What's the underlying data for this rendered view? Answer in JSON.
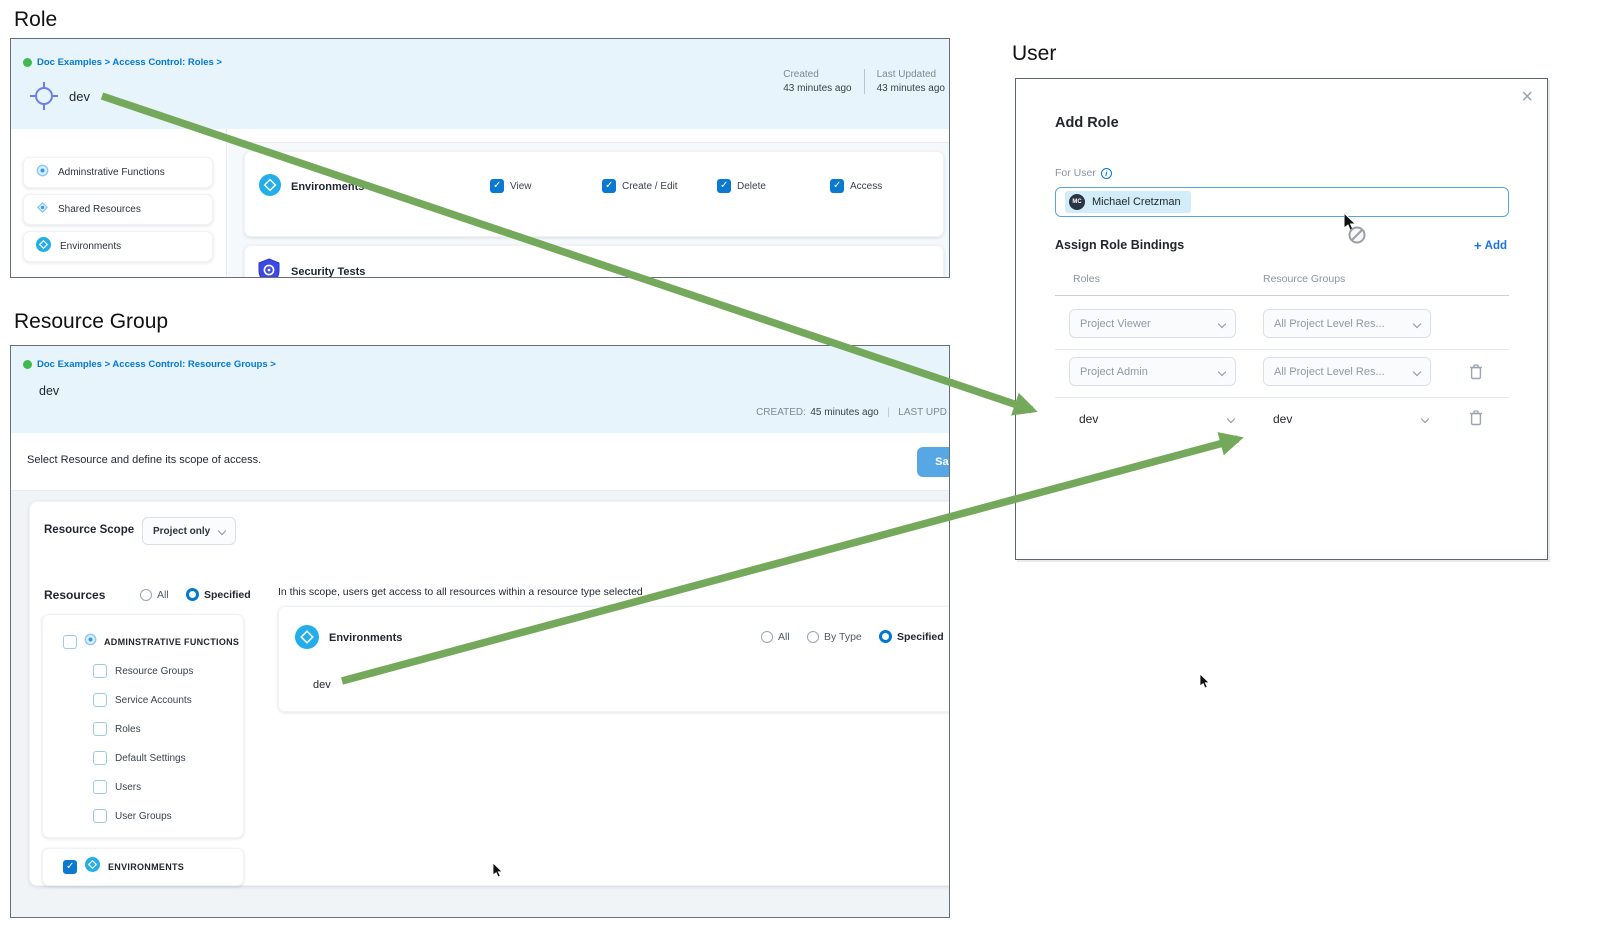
{
  "colors": {
    "accent_blue": "#0278d5",
    "header_bg": "#e7f4fc",
    "arrow_green": "#74a85a",
    "link_blue": "#1a73e8",
    "environments_icon_cyan": "#23aeea",
    "security_shield_blue": "#3d49e0",
    "breadcrumb_project_green": "#3fb950"
  },
  "labels": {
    "role_section": "Role",
    "resource_group_section": "Resource Group",
    "user_section": "User"
  },
  "role_panel": {
    "breadcrumb": "Doc Examples > Access Control: Roles >",
    "title": "dev",
    "created": {
      "label": "Created",
      "value": "43 minutes ago"
    },
    "last_updated": {
      "label": "Last Updated",
      "value": "43 minutes ago"
    },
    "sidebar": [
      {
        "label": "Adminstrative Functions"
      },
      {
        "label": "Shared Resources"
      },
      {
        "label": "Environments"
      }
    ],
    "permissions": {
      "resource_label": "Environments",
      "items": [
        {
          "label": "View",
          "checked": true
        },
        {
          "label": "Create / Edit",
          "checked": true
        },
        {
          "label": "Delete",
          "checked": true
        },
        {
          "label": "Access",
          "checked": true
        }
      ],
      "next_resource_label": "Security Tests"
    }
  },
  "resource_group_panel": {
    "breadcrumb": "Doc Examples > Access Control: Resource Groups >",
    "title": "dev",
    "created": {
      "label": "CREATED:",
      "value": "45 minutes ago"
    },
    "last_updated_label": "LAST UPD",
    "subheader": "Select Resource and define its scope of access.",
    "save_button": "Save",
    "resource_scope": {
      "label": "Resource Scope",
      "value": "Project only"
    },
    "resources": {
      "label": "Resources",
      "radio_all": "All",
      "radio_specified": "Specified"
    },
    "tree": {
      "parent": "ADMINSTRATIVE FUNCTIONS",
      "children": [
        {
          "label": "Resource Groups"
        },
        {
          "label": "Service Accounts"
        },
        {
          "label": "Roles"
        },
        {
          "label": "Default Settings"
        },
        {
          "label": "Users"
        },
        {
          "label": "User Groups"
        }
      ],
      "environments": "ENVIRONMENTS"
    },
    "scope_panel": {
      "hint": "In this scope, users get access to all resources within a resource type selected",
      "resource_label": "Environments",
      "radio_all": "All",
      "radio_by_type": "By Type",
      "radio_specified": "Specified",
      "resource_value": "dev"
    }
  },
  "user_panel": {
    "modal_title": "Add Role",
    "for_user_label": "For User",
    "user": {
      "initials": "MC",
      "name": "Michael Cretzman"
    },
    "assign_label": "Assign Role Bindings",
    "add_button": "Add",
    "columns": {
      "roles": "Roles",
      "resource_groups": "Resource Groups"
    },
    "bindings": [
      {
        "role": "Project Viewer",
        "resource_group": "All Project Level Res..."
      },
      {
        "role": "Project Admin",
        "resource_group": "All Project Level Res..."
      },
      {
        "role": "dev",
        "resource_group": "dev"
      }
    ]
  }
}
